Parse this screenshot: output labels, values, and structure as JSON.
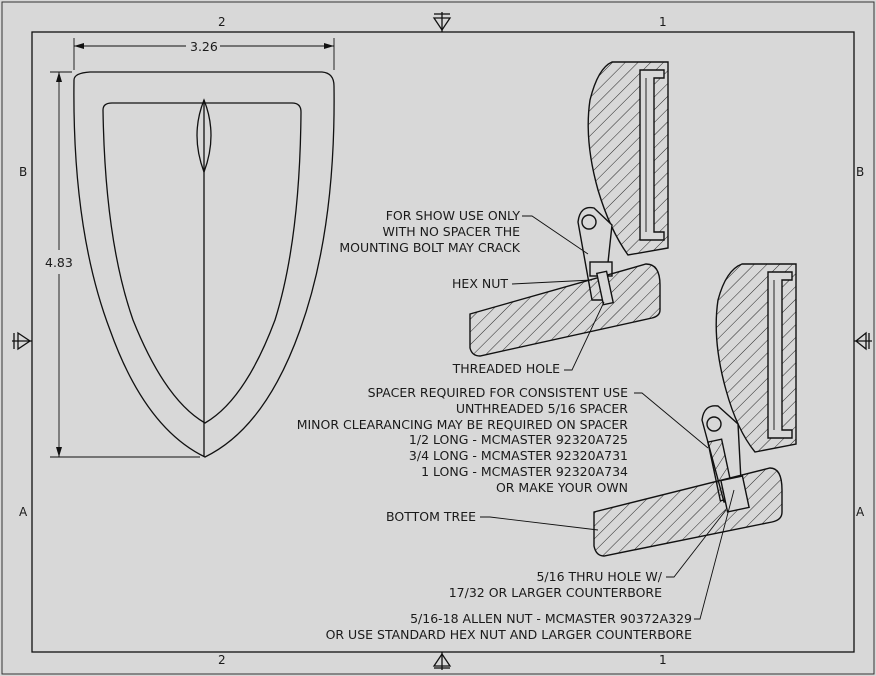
{
  "border": {
    "columns": [
      "2",
      "1"
    ],
    "rows": [
      "B",
      "A"
    ]
  },
  "dimensions": {
    "width": "3.26",
    "height": "4.83"
  },
  "notes": {
    "show_use_only": [
      "FOR SHOW USE ONLY",
      "WITH NO SPACER THE",
      "MOUNTING BOLT MAY CRACK"
    ],
    "hex_nut": "HEX NUT",
    "threaded_hole": "THREADED HOLE",
    "spacer": [
      "SPACER REQUIRED FOR CONSISTENT USE",
      "UNTHREADED 5/16 SPACER",
      "MINOR CLEARANCING MAY BE REQUIRED ON SPACER",
      "1/2 LONG - MCMASTER 92320A725",
      "3/4 LONG - MCMASTER 92320A731",
      "1 LONG - MCMASTER 92320A734",
      "OR MAKE YOUR OWN"
    ],
    "bottom_tree": "BOTTOM TREE",
    "thru_hole": [
      "5/16 THRU HOLE W/",
      "17/32 OR LARGER COUNTERBORE"
    ],
    "allen_nut": [
      "5/16-18 ALLEN NUT - MCMASTER 90372A329",
      "OR USE STANDARD HEX NUT AND LARGER COUNTERBORE"
    ]
  }
}
